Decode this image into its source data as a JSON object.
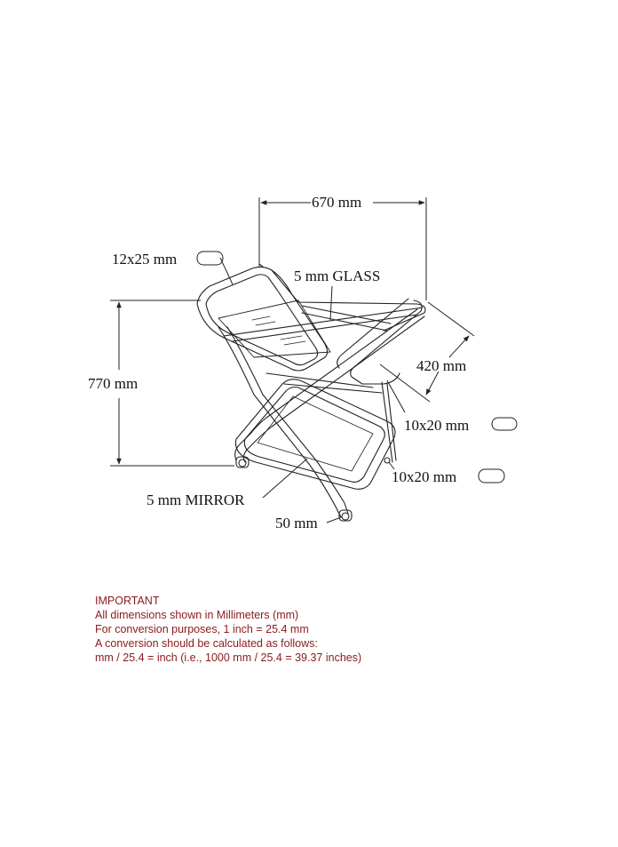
{
  "dimensions": {
    "width": "670 mm",
    "depth": "420 mm",
    "height": "770 mm",
    "frame_tube": "12x25 mm",
    "glass": "5 mm GLASS",
    "shelf_tube_upper": "10x20 mm",
    "shelf_tube_lower": "10x20 mm",
    "mirror": "5 mm MIRROR",
    "wheel": "50 mm"
  },
  "note": {
    "heading": "IMPORTANT",
    "lines": [
      "All dimensions shown in Millimeters (mm)",
      "For conversion purposes, 1 inch = 25.4 mm",
      "A conversion should be calculated as follows:",
      "mm / 25.4 = inch (i.e., 1000 mm / 25.4 = 39.37 inches)"
    ]
  },
  "colors": {
    "line": "#222222",
    "note_text": "#8b1a1a"
  }
}
